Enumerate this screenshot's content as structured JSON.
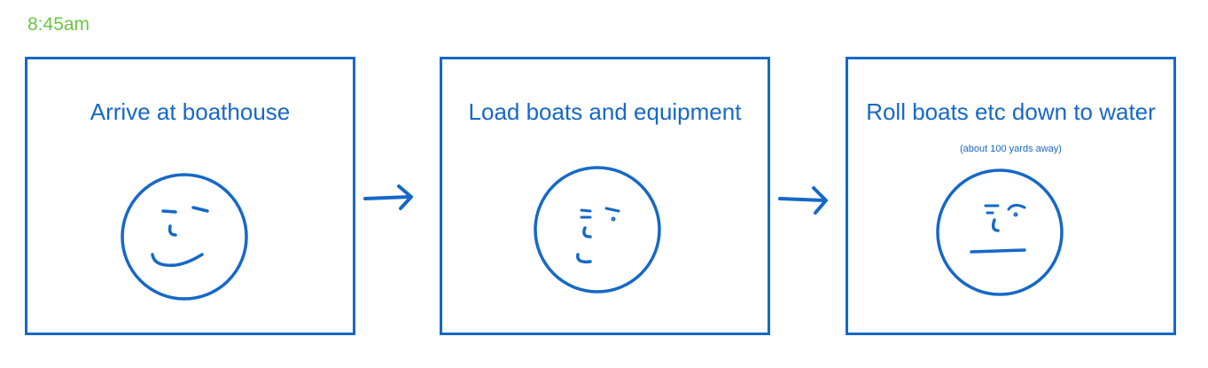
{
  "time": "8:45am",
  "colors": {
    "ink": "#1668c7",
    "time": "#6cc644"
  },
  "panels": [
    {
      "title": "Arrive at boathouse",
      "subtitle": "",
      "face_icon": "winking-smile-face"
    },
    {
      "title": "Load boats and equipment",
      "subtitle": "",
      "face_icon": "half-smile-face"
    },
    {
      "title": "Roll boats etc down to water",
      "subtitle": "(about 100 yards away)",
      "face_icon": "neutral-face"
    }
  ],
  "connectors": [
    "right-arrow-icon",
    "right-arrow-icon"
  ]
}
